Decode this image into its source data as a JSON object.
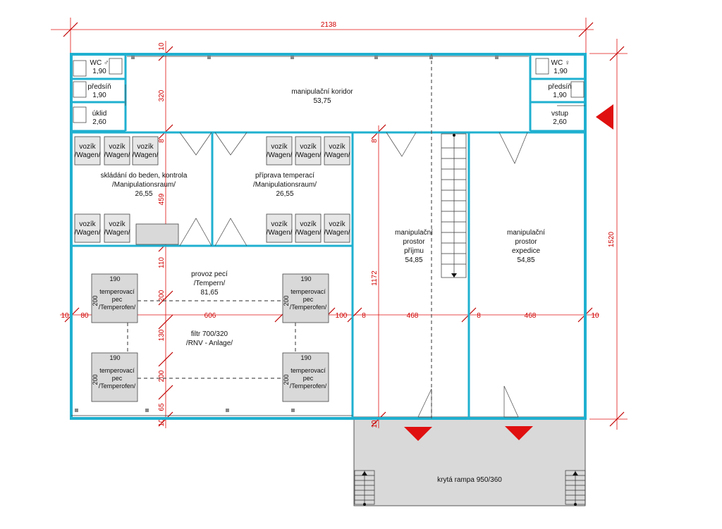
{
  "dimensions": {
    "total_width": "2138",
    "total_height": "1520",
    "wall_top": "10",
    "corridor_depth": "320",
    "wall_8_a": "8",
    "room_depth": "459",
    "wall_8_b": "8",
    "gap_110": "110",
    "kiln_200_a": "200",
    "gap_130": "130",
    "kiln_200_b": "200",
    "gap_65": "65",
    "wall_bottom": "10",
    "wall_left": "10",
    "offset_80": "80",
    "kiln_190_left": "190",
    "span_606": "606",
    "kiln_190_right": "190",
    "gap_100": "100",
    "wall_8_c": "8",
    "bay_468_a": "468",
    "wall_8_d": "8",
    "bay_468_b": "468",
    "wall_right": "10",
    "bay_depth_1172": "1172",
    "wall_8_e": "8",
    "wall_10_f": "10"
  },
  "rooms": {
    "wc_m": {
      "name": "WC ♂",
      "area": "1,90"
    },
    "predsin_l": {
      "name": "předsíň",
      "area": "1,90"
    },
    "uklid": {
      "name": "úklid",
      "area": "2,60"
    },
    "wc_f": {
      "name": "WC ♀",
      "area": "1,90"
    },
    "predsin_r": {
      "name": "předsíň",
      "area": "1,90"
    },
    "vstup": {
      "name": "vstup",
      "area": "2,60"
    },
    "koridor": {
      "name": "manipulační koridor",
      "area": "53,75"
    },
    "skladani": {
      "line1": "skládání do beden, kontrola",
      "line2": "/Manipulationsraum/",
      "area": "26,55"
    },
    "priprava": {
      "line1": "příprava temperací",
      "line2": "/Manipulationsraum/",
      "area": "26,55"
    },
    "provoz": {
      "line1": "provoz pecí",
      "line2": "/Tempern/",
      "area": "81,65"
    },
    "filtr": {
      "line1": "filtr 700/320",
      "line2": "/RNV - Anlage/"
    },
    "prijem": {
      "line1": "manipulační",
      "line2": "prostor",
      "line3": "příjmu",
      "area": "54,85"
    },
    "expedice": {
      "line1": "manipulační",
      "line2": "prostor",
      "line3": "expedice",
      "area": "54,85"
    },
    "rampa": {
      "name": "krytá rampa 950/360"
    }
  },
  "cart": {
    "line1": "vozík",
    "line2": "/Wagen/"
  },
  "kiln": {
    "line1": "temperovací",
    "line2": "pec",
    "line3": "/Temperofen/",
    "width": "190",
    "depth": "200"
  },
  "colors": {
    "wall": "#1fb0d0",
    "dimension": "#d00000",
    "entry_marker": "#e01010",
    "fill": "#d9d9d9"
  }
}
